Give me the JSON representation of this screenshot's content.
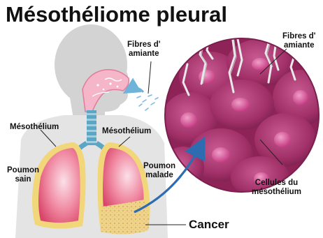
{
  "title": "Mésothéliome pleural",
  "labels": {
    "fibres_left": [
      "Fibres d'",
      "amiante"
    ],
    "fibres_right": [
      "Fibres d'",
      "amiante"
    ],
    "mesothelium_left": "Mésothélium",
    "mesothelium_right": "Mésothélium",
    "poumon_sain": [
      "Poumon",
      "sain"
    ],
    "poumon_malade": [
      "Poumon",
      "malade"
    ],
    "cellules": [
      "Cellules du",
      "mésothélium"
    ],
    "cancer": "Cancer"
  },
  "colors": {
    "silhouette": "#d2d2d2",
    "lung_fill": "#e8607f",
    "lung_pleura": "#f1d779",
    "tumor": "#eed28a",
    "trachea": "#5aa6c4",
    "cell_fill": "#b0366e",
    "cell_nucleus": "#d25093",
    "arrow": "#2d6cb0"
  },
  "icons": [
    "asbestos-fiber-icon",
    "arrow-icon"
  ]
}
